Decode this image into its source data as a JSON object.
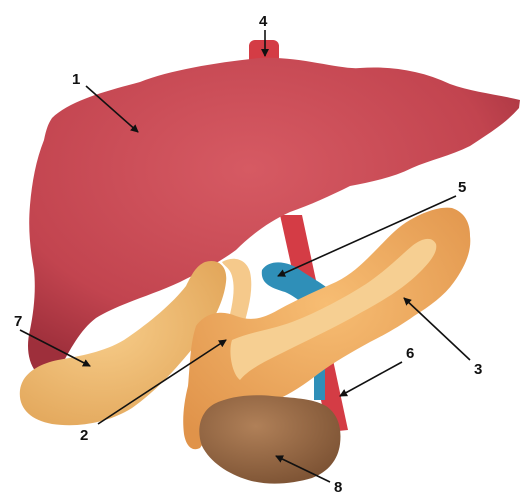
{
  "labels": {
    "l1": "1",
    "l2": "2",
    "l3": "3",
    "l4": "4",
    "l5": "5",
    "l6": "6",
    "l7": "7",
    "l8": "8"
  },
  "colors": {
    "liver": "#c2444f",
    "liver_shadow": "#9e2f3b",
    "gallbladder": "#f0b868",
    "pancreas": "#f2a85a",
    "pancreatic_duct": "#f6cf92",
    "aorta": "#d43c45",
    "portal_vein": "#2f8fb8",
    "duodenum_mass": "#9a6b45",
    "pointer": "#111111"
  }
}
